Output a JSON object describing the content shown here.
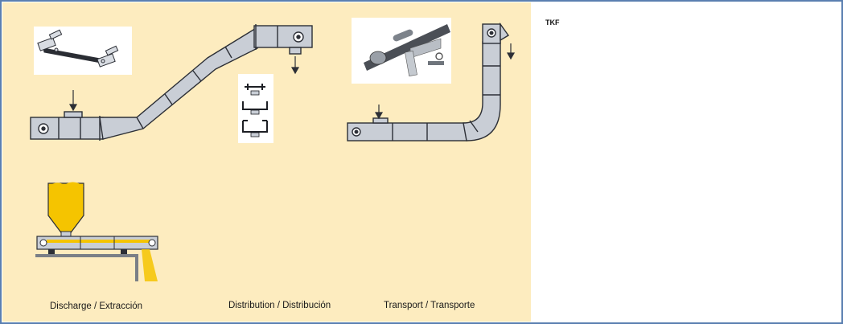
{
  "captions": {
    "discharge": "Discharge / Extracción",
    "distribution": "Distribution / Distribución",
    "transport": "Transport / Transporte"
  },
  "photo": {
    "label": "TKF"
  },
  "colors": {
    "panel_background": "#fdecbf",
    "material": "#f5c400",
    "conveyor_fill": "#c9ced6",
    "conveyor_stroke": "#2c2f36",
    "frame_border": "#5a7fb0",
    "sky": "#7faee0"
  }
}
